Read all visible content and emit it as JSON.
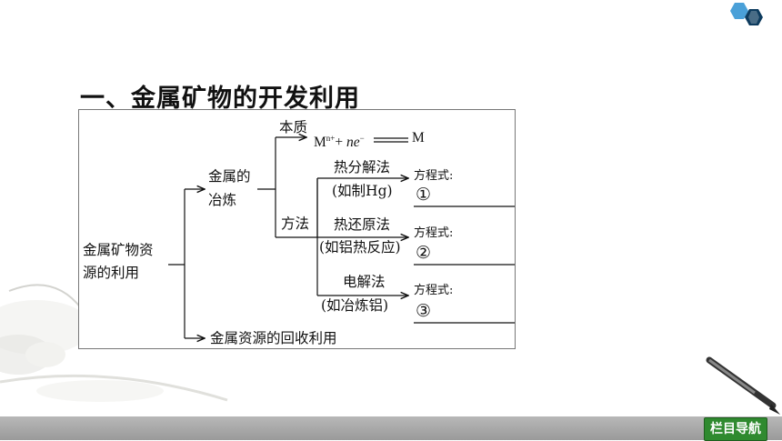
{
  "slide": {
    "title": "一、金属矿物的开发利用"
  },
  "diagram": {
    "root": [
      "金属矿物资",
      "源的利用"
    ],
    "branch_smelting": [
      "金属的",
      "冶炼"
    ],
    "essence_label": "本质",
    "equation": {
      "lhs_base": "M",
      "lhs_sup": "n+",
      "plus": "+",
      "n": "n",
      "e": "e",
      "e_sup": "−",
      "rhs": "M"
    },
    "method_label": "方法",
    "methods": [
      {
        "name": "热分解法",
        "example": "(如制Hg)",
        "formula_label": "方程式:",
        "blank": "①"
      },
      {
        "name": "热还原法",
        "example": "(如铝热反应)",
        "formula_label": "方程式:",
        "blank": "②"
      },
      {
        "name": "电解法",
        "example": "(如冶炼铝)",
        "formula_label": "方程式:",
        "blank": "③"
      }
    ],
    "branch_recycle": "金属资源的回收利用"
  },
  "nav": {
    "button_label": "栏目导航"
  },
  "colors": {
    "nav_green": "#2f8a2f",
    "hex_blue": "#1a6fa8",
    "hex_dark": "#0d3b5e"
  }
}
